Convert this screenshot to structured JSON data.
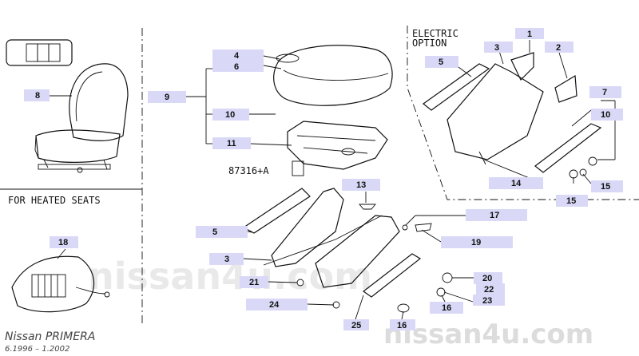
{
  "diagram": {
    "section_labels": {
      "electric_line1": "ELECTRIC",
      "electric_line2": "OPTION",
      "heated": "FOR HEATED SEATS"
    },
    "part_code": "87316+A",
    "callouts": [
      {
        "id": "c1",
        "text": "1"
      },
      {
        "id": "c2",
        "text": "2"
      },
      {
        "id": "c3a",
        "text": "3"
      },
      {
        "id": "c3b",
        "text": "3"
      },
      {
        "id": "c4",
        "text": "4"
      },
      {
        "id": "c5a",
        "text": "5"
      },
      {
        "id": "c5b",
        "text": "5"
      },
      {
        "id": "c6",
        "text": "6"
      },
      {
        "id": "c7",
        "text": "7"
      },
      {
        "id": "c8",
        "text": "8"
      },
      {
        "id": "c9",
        "text": "9"
      },
      {
        "id": "c10a",
        "text": "10"
      },
      {
        "id": "c10b",
        "text": "10"
      },
      {
        "id": "c11",
        "text": "11"
      },
      {
        "id": "c13",
        "text": "13"
      },
      {
        "id": "c14",
        "text": "14"
      },
      {
        "id": "c15a",
        "text": "15"
      },
      {
        "id": "c15b",
        "text": "15"
      },
      {
        "id": "c16a",
        "text": "16"
      },
      {
        "id": "c16b",
        "text": "16"
      },
      {
        "id": "c17",
        "text": "17"
      },
      {
        "id": "c18",
        "text": "18"
      },
      {
        "id": "c19",
        "text": "19"
      },
      {
        "id": "c20",
        "text": "20"
      },
      {
        "id": "c21",
        "text": "21"
      },
      {
        "id": "c22",
        "text": "22"
      },
      {
        "id": "c23",
        "text": "23"
      },
      {
        "id": "c24",
        "text": "24"
      },
      {
        "id": "c25",
        "text": "25"
      }
    ]
  },
  "footer": {
    "model": "Nissan PRIMERA",
    "dates": "6.1996 – 1.2002"
  },
  "watermark": {
    "center": "nissan4u.com",
    "corner": "nissan4u.com"
  }
}
